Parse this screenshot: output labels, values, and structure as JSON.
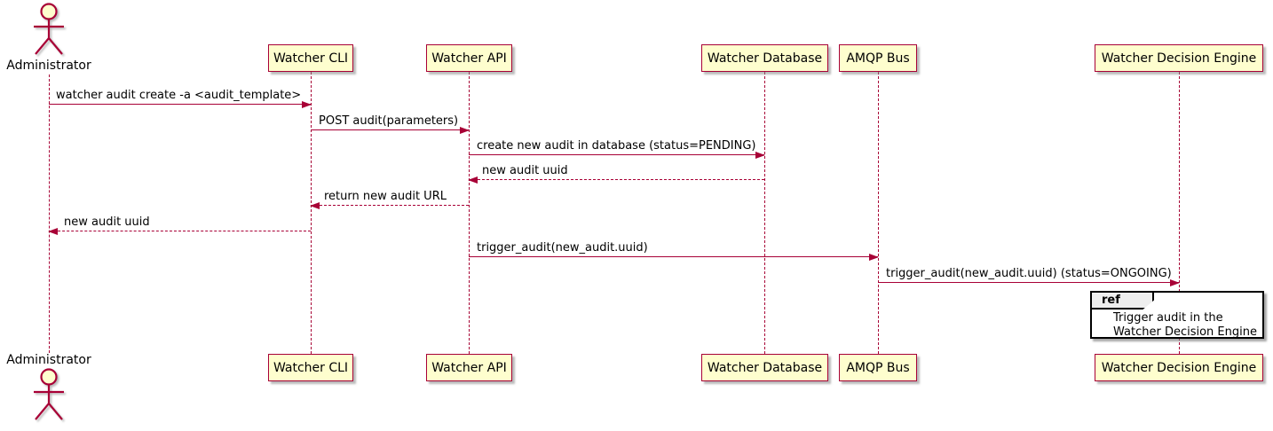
{
  "diagram_type": "sequence-diagram",
  "colors": {
    "participant_fill": "#FEFECE",
    "participant_border": "#A80036",
    "lifeline": "#A80036",
    "arrow": "#A80036",
    "text": "#000000",
    "ref_border": "#000000",
    "ref_tab_fill": "#EEEEEE",
    "ref_fill": "#FFFFFF",
    "background": "#FFFFFF"
  },
  "actor": {
    "name": "Administrator"
  },
  "participants": [
    {
      "name": "Watcher CLI"
    },
    {
      "name": "Watcher API"
    },
    {
      "name": "Watcher Database"
    },
    {
      "name": "AMQP Bus"
    },
    {
      "name": "Watcher Decision Engine"
    }
  ],
  "messages": [
    {
      "label": "watcher audit create -a <audit_template>",
      "from": "Administrator",
      "to": "Watcher CLI",
      "style": "solid",
      "direction": "right"
    },
    {
      "label": "POST audit(parameters)",
      "from": "Watcher CLI",
      "to": "Watcher API",
      "style": "solid",
      "direction": "right"
    },
    {
      "label": "create new audit in database (status=PENDING)",
      "from": "Watcher API",
      "to": "Watcher Database",
      "style": "solid",
      "direction": "right"
    },
    {
      "label": "new audit uuid",
      "from": "Watcher Database",
      "to": "Watcher API",
      "style": "dashed",
      "direction": "left"
    },
    {
      "label": "return new audit URL",
      "from": "Watcher API",
      "to": "Watcher CLI",
      "style": "dashed",
      "direction": "left"
    },
    {
      "label": "new audit uuid",
      "from": "Watcher CLI",
      "to": "Administrator",
      "style": "dashed",
      "direction": "left"
    },
    {
      "label": "trigger_audit(new_audit.uuid)",
      "from": "Watcher API",
      "to": "AMQP Bus",
      "style": "solid",
      "direction": "right"
    },
    {
      "label": "trigger_audit(new_audit.uuid) (status=ONGOING)",
      "from": "AMQP Bus",
      "to": "Watcher Decision Engine",
      "style": "solid",
      "direction": "right"
    }
  ],
  "ref": {
    "keyword": "ref",
    "lines": [
      "Trigger audit in the",
      "Watcher Decision Engine"
    ]
  }
}
